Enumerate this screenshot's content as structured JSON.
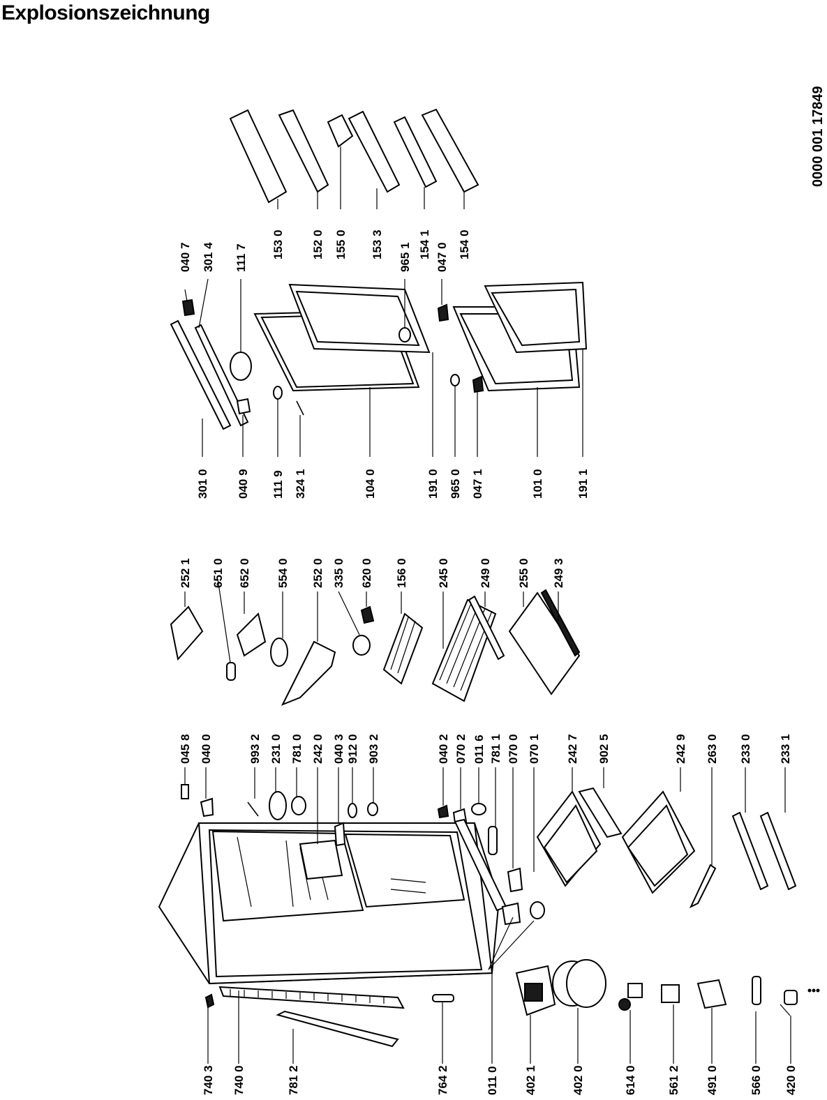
{
  "title": "Explosionszeichnung",
  "doc_id": "0000 001 17849",
  "labels": {
    "l7403": "740 3",
    "l7400": "740 0",
    "l7812": "781 2",
    "l7642": "764 2",
    "l0110": "011 0",
    "l4021": "402 1",
    "l4020": "402 0",
    "l6140": "614 0",
    "l5612": "561 2",
    "l4910": "491 0",
    "l5660": "566 0",
    "l4200": "420 0",
    "l0458": "045 8",
    "l0400": "040 0",
    "l9932": "993 2",
    "l2310": "231 0",
    "l7810": "781 0",
    "l2420": "242 0",
    "l0403": "040 3",
    "l9120": "912 0",
    "l9032": "903 2",
    "l0402": "040 2",
    "l0702": "070 2",
    "l0116": "011 6",
    "l7811": "781 1",
    "l0700": "070 0",
    "l0701": "070 1",
    "l2427": "242 7",
    "l9025": "902 5",
    "l2429": "242 9",
    "l2630": "263 0",
    "l2330": "233 0",
    "l2331": "233 1",
    "l2521": "252 1",
    "l6510": "651 0",
    "l6520": "652 0",
    "l5540": "554 0",
    "l2520": "252 0",
    "l3350": "335 0",
    "l6200": "620 0",
    "l1560": "156 0",
    "l2450": "245 0",
    "l2490": "249 0",
    "l2550": "255 0",
    "l2493": "249 3",
    "l3010": "301 0",
    "l0409": "040 9",
    "l1119": "111 9",
    "l3241": "324 1",
    "l1040": "104 0",
    "l1910": "191 0",
    "l9650": "965 0",
    "l0471": "047 1",
    "l1010": "101 0",
    "l1911": "191 1",
    "l0407": "040 7",
    "l3014": "301 4",
    "l1117": "111 7",
    "l9651": "965 1",
    "l0470": "047 0",
    "l1530": "153 0",
    "l1520": "152 0",
    "l1550": "155 0",
    "l1533": "153 3",
    "l1541": "154 1",
    "l1540": "154 0"
  }
}
